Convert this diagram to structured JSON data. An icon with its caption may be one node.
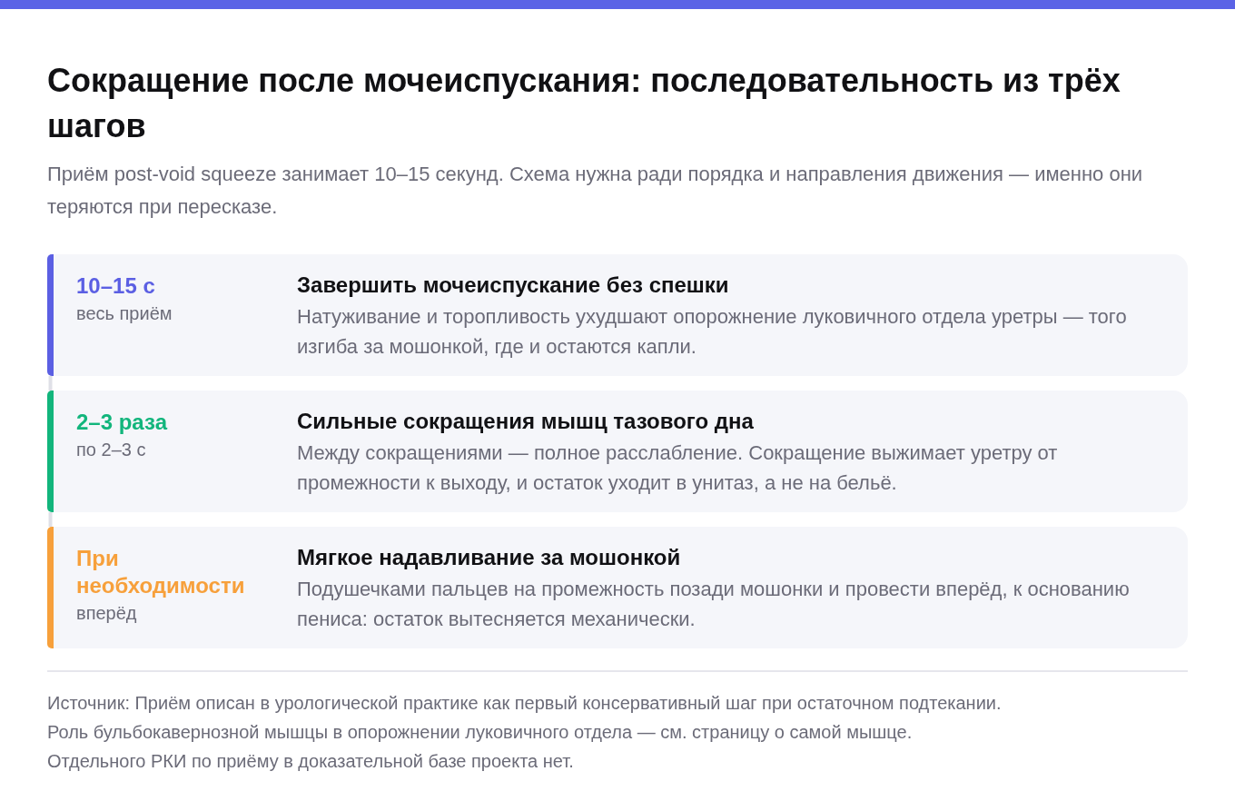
{
  "diagram": {
    "title": "Сокращение после мочеиспускания: последовательность из трёх шагов",
    "labels": [
      "Приём post-void squeeze занимает 10–15 секунд. Схема нужна ради порядка и направления движения — именно они теряются при пересказе."
    ],
    "nodes": [
      {
        "text": [
          "10–15 с",
          "весь приём",
          "Завершить мочеиспускание без спешки",
          "Натуживание и торопливость ухудшают опорожнение луковичного отдела уретры — того изгиба за мошонкой, где и остаются капли."
        ]
      },
      {
        "text": [
          "2–3 раза",
          "по 2–3 с",
          "Сильные сокращения мышц тазового дна",
          "Между сокращениями — полное расслабление. Сокращение выжимает уретру от промежности к выходу, и остаток уходит в унитаз, а не на бельё."
        ]
      },
      {
        "text": [
          "При необходимости",
          "вперёд",
          "Мягкое надавливание за мошонкой",
          "Подушечками пальцев на промежность позади мошонки и провести вперёд, к основанию пениса: остаток вытесняется механически."
        ]
      }
    ],
    "edges": [
      {
        "from": 0,
        "to": 1,
        "arrow": "none"
      },
      {
        "from": 1,
        "to": 2,
        "arrow": "none"
      }
    ],
    "caption": "Источник: Приём описан в урологической практике как первый консервативный шаг при остаточном подтекании. Роль бульбокавернозной мышцы в опорожнении луковичного отдела — см. страницу о самой мышце. Отдельного РКИ по приёму в доказательной базе проекта нет."
  }
}
